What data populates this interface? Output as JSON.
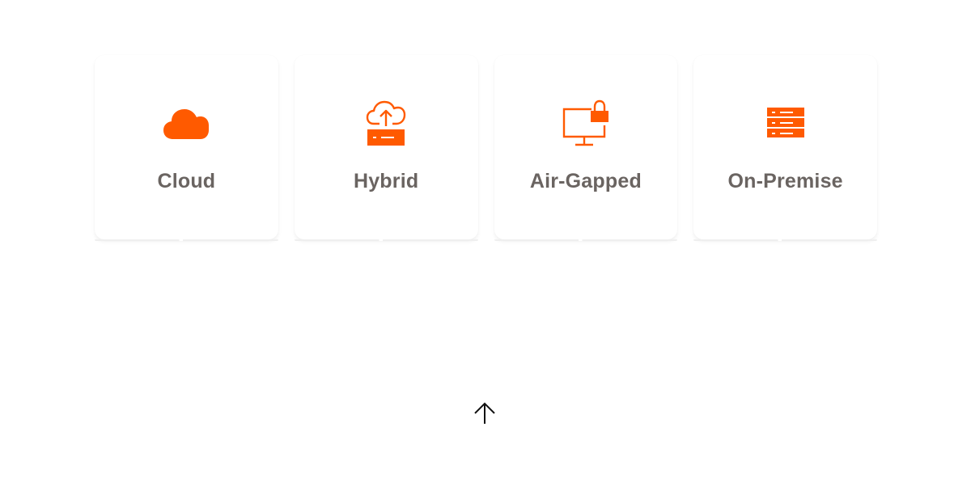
{
  "accent_color": "#FF5A00",
  "label_color": "#6A6461",
  "cards": [
    {
      "label": "Cloud",
      "icon": "cloud-icon"
    },
    {
      "label": "Hybrid",
      "icon": "cloud-upload-server-icon"
    },
    {
      "label": "Air-Gapped",
      "icon": "monitor-lock-icon"
    },
    {
      "label": "On-Premise",
      "icon": "server-rack-icon"
    }
  ],
  "back_to_top": {
    "icon": "arrow-up-icon"
  }
}
